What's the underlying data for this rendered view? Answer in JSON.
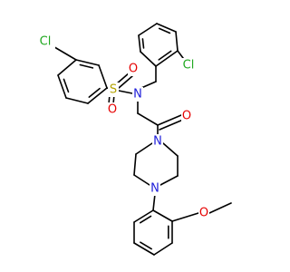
{
  "colors": {
    "background": "#ffffff",
    "bond": "#000000",
    "chlorine": "#1fa81f",
    "oxygen": "#e60000",
    "nitrogen": "#1c1cd9",
    "sulfur": "#b3a300"
  },
  "atoms": {
    "cl_left": "Cl",
    "cl_right": "Cl",
    "s": "S",
    "o_sulfonyl_top": "O",
    "o_sulfonyl_bottom": "O",
    "n_sulfonamide": "N",
    "o_carbonyl": "O",
    "n_piperazine_top": "N",
    "n_piperazine_bottom": "N",
    "o_methoxy": "O"
  }
}
